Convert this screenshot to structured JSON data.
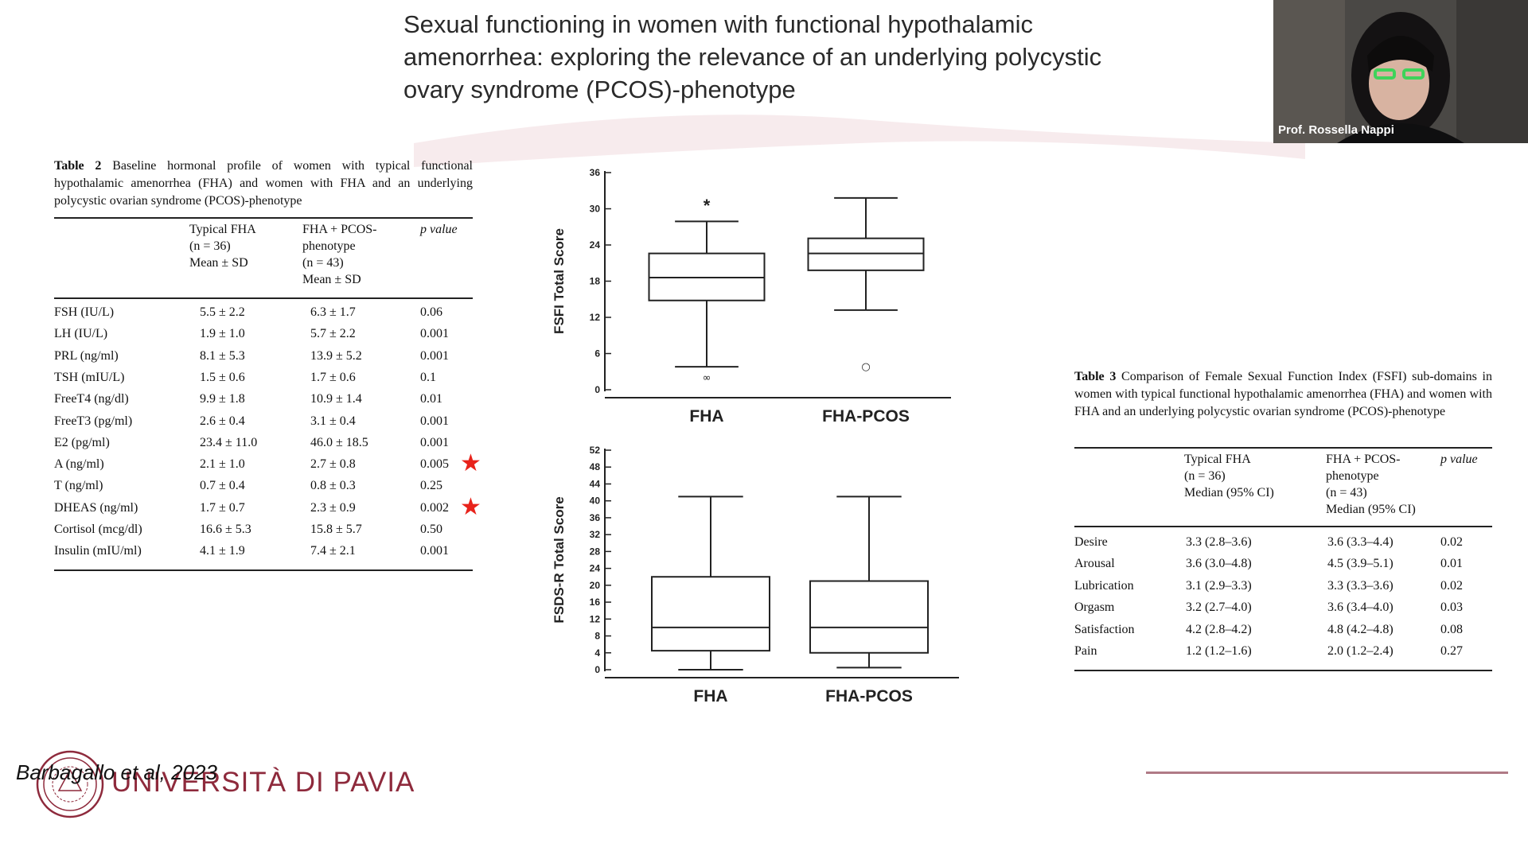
{
  "slide": {
    "title": "Sexual functioning in women with functional hypothalamic amenorrhea: exploring the relevance of an underlying polycystic ovary syndrome (PCOS)-phenotype",
    "citation": "Barbagallo et al, 2023",
    "university": "UNIVERSITÀ DI PAVIA",
    "accent_color": "#8e2a3c",
    "star_color": "#e8231b"
  },
  "webcam": {
    "speaker": "Prof. Rossella Nappi"
  },
  "table2": {
    "caption_bold": "Table 2",
    "caption": "Baseline hormonal profile of women with typical functional hypothalamic amenorrhea (FHA) and women with FHA and an underlying polycystic ovarian syndrome (PCOS)-phenotype",
    "headers": {
      "col1": [
        "Typical FHA",
        "(n = 36)",
        "Mean ± SD"
      ],
      "col2": [
        "FHA + PCOS-",
        "phenotype",
        "(n = 43)",
        "Mean ± SD"
      ],
      "col3": "p value"
    },
    "rows": [
      {
        "name": "FSH (IU/L)",
        "fha": "5.5 ± 2.2",
        "pcos": "6.3 ± 1.7",
        "p": "0.06"
      },
      {
        "name": "LH (IU/L)",
        "fha": "1.9 ± 1.0",
        "pcos": "5.7 ± 2.2",
        "p": "0.001"
      },
      {
        "name": "PRL (ng/ml)",
        "fha": "8.1 ± 5.3",
        "pcos": "13.9 ± 5.2",
        "p": "0.001"
      },
      {
        "name": "TSH (mIU/L)",
        "fha": "1.5 ± 0.6",
        "pcos": "1.7 ± 0.6",
        "p": "0.1"
      },
      {
        "name": "FreeT4 (ng/dl)",
        "fha": "9.9 ± 1.8",
        "pcos": "10.9 ± 1.4",
        "p": "0.01"
      },
      {
        "name": "FreeT3 (pg/ml)",
        "fha": "2.6 ± 0.4",
        "pcos": "3.1 ± 0.4",
        "p": "0.001"
      },
      {
        "name": "E2 (pg/ml)",
        "fha": "23.4 ± 11.0",
        "pcos": "46.0 ± 18.5",
        "p": "0.001"
      },
      {
        "name": "A (ng/ml)",
        "fha": "2.1 ± 1.0",
        "pcos": "2.7 ± 0.8",
        "p": "0.005",
        "star": "★"
      },
      {
        "name": "T (ng/ml)",
        "fha": "0.7 ± 0.4",
        "pcos": "0.8 ± 0.3",
        "p": "0.25"
      },
      {
        "name": "DHEAS (ng/ml)",
        "fha": "1.7 ± 0.7",
        "pcos": "2.3 ± 0.9",
        "p": "0.002",
        "star": "★"
      },
      {
        "name": "Cortisol (mcg/dl)",
        "fha": "16.6 ± 5.3",
        "pcos": "15.8 ± 5.7",
        "p": "0.50"
      },
      {
        "name": "Insulin (mIU/ml)",
        "fha": "4.1 ± 1.9",
        "pcos": "7.4 ± 2.1",
        "p": "0.001"
      }
    ]
  },
  "table3": {
    "caption_bold": "Table 3",
    "caption": "Comparison of Female Sexual Function Index (FSFI) sub-domains in women with typical functional hypothalamic amenorrhea (FHA) and women with FHA and an underlying polycystic ovarian syndrome (PCOS)-phenotype",
    "headers": {
      "col1": [
        "Typical FHA",
        "(n = 36)",
        "Median (95% CI)"
      ],
      "col2": [
        "FHA + PCOS-",
        "phenotype",
        "(n = 43)",
        "Median (95% CI)"
      ],
      "col3": "p value"
    },
    "rows": [
      {
        "name": "Desire",
        "fha": "3.3 (2.8–3.6)",
        "pcos": "3.6 (3.3–4.4)",
        "p": "0.02"
      },
      {
        "name": "Arousal",
        "fha": "3.6 (3.0–4.8)",
        "pcos": "4.5 (3.9–5.1)",
        "p": "0.01"
      },
      {
        "name": "Lubrication",
        "fha": "3.1 (2.9–3.3)",
        "pcos": "3.3 (3.3–3.6)",
        "p": "0.02"
      },
      {
        "name": "Orgasm",
        "fha": "3.2 (2.7–4.0)",
        "pcos": "3.6 (3.4–4.0)",
        "p": "0.03"
      },
      {
        "name": "Satisfaction",
        "fha": "4.2 (2.8–4.2)",
        "pcos": "4.8 (4.2–4.8)",
        "p": "0.08"
      },
      {
        "name": "Pain",
        "fha": "1.2 (1.2–1.6)",
        "pcos": "2.0 (1.2–2.4)",
        "p": "0.27"
      }
    ]
  },
  "chart_data": [
    {
      "type": "box",
      "ylabel": "FSFI Total Score",
      "ylim": [
        0,
        36
      ],
      "yticks": [
        0,
        6,
        12,
        18,
        24,
        30,
        36
      ],
      "categories": [
        "FHA",
        "FHA-PCOS"
      ],
      "boxes": [
        {
          "name": "FHA",
          "min": 3.8,
          "q1": 14.8,
          "median": 18.6,
          "q3": 22.6,
          "max": 27.9,
          "outliers": [
            2.0
          ],
          "outlier_label": "∞",
          "annotation": "*",
          "annotation_y": 30.6
        },
        {
          "name": "FHA-PCOS",
          "min": 13.2,
          "q1": 19.8,
          "median": 22.6,
          "q3": 25.1,
          "max": 31.8,
          "outliers": [
            3.8
          ],
          "outlier_label": "○"
        }
      ]
    },
    {
      "type": "box",
      "ylabel": "FSDS-R Total Score",
      "ylim": [
        0,
        52
      ],
      "yticks": [
        0,
        4,
        8,
        12,
        16,
        20,
        24,
        28,
        32,
        36,
        40,
        44,
        48,
        52
      ],
      "categories": [
        "FHA",
        "FHA-PCOS"
      ],
      "boxes": [
        {
          "name": "FHA",
          "min": 0,
          "q1": 4.5,
          "median": 10,
          "q3": 22,
          "max": 41
        },
        {
          "name": "FHA-PCOS",
          "min": 0.5,
          "q1": 4,
          "median": 10,
          "q3": 21,
          "max": 41
        }
      ]
    }
  ]
}
